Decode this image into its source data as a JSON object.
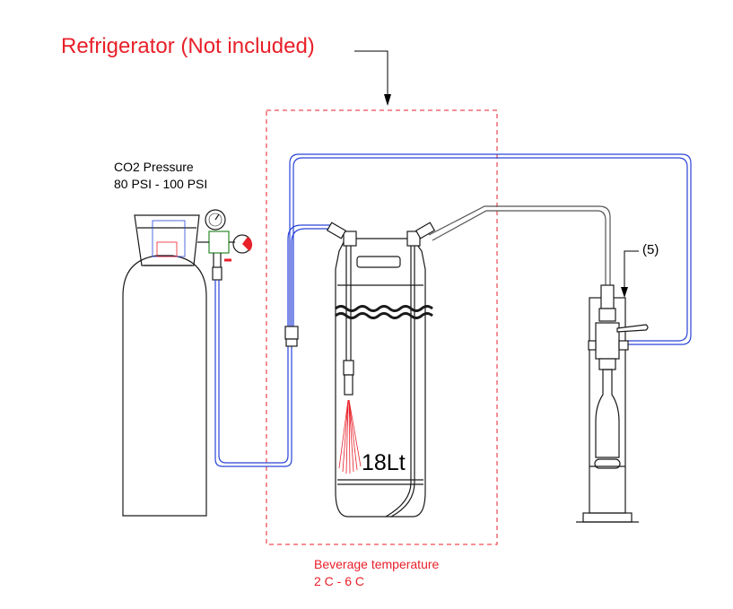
{
  "diagram": {
    "fridge_title": "Refrigerator (Not included)",
    "co2_pressure_line1": "CO2 Pressure",
    "co2_pressure_line2": "80 PSI - 100 PSI",
    "beverage_temp_line1": "Beverage temperature",
    "beverage_temp_line2": "2 C - 6 C",
    "callout_number": "(5)",
    "keg_volume": "18Lt"
  },
  "colors": {
    "annotation_red": "#e8202a",
    "gas_line_blue": "#2a44d8",
    "outline_black": "#1a1a1a",
    "beverage_line_gray": "#555555"
  }
}
